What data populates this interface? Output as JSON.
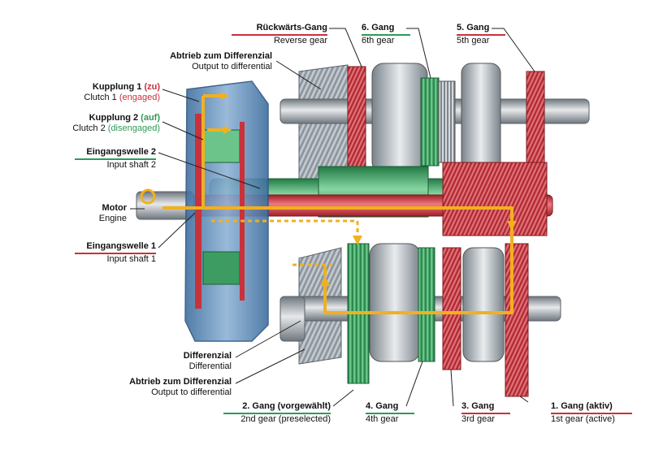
{
  "colors": {
    "red_gear": "#c8323a",
    "green_gear": "#2f9a58",
    "power_flow": "#f2b01e",
    "steel": "#9aa3ab",
    "housing_blue": "#5f8fc0"
  },
  "labels": {
    "reverse": {
      "de": "Rückwärts-Gang",
      "en": "Reverse gear"
    },
    "sixth": {
      "de": "6. Gang",
      "en": "6th gear"
    },
    "fifth": {
      "de": "5. Gang",
      "en": "5th gear"
    },
    "output_top": {
      "de": "Abtrieb zum Differenzial",
      "en": "Output to differential"
    },
    "clutch1": {
      "de": "Kupplung 1",
      "de_state": "(zu)",
      "en": "Clutch 1",
      "en_state": "(engaged)"
    },
    "clutch2": {
      "de": "Kupplung 2",
      "de_state": "(auf)",
      "en": "Clutch 2",
      "en_state": "(disengaged)"
    },
    "shaft2": {
      "de": "Eingangswelle 2",
      "en": "Input shaft 2"
    },
    "motor": {
      "de": "Motor",
      "en": "Engine"
    },
    "shaft1": {
      "de": "Eingangswelle 1",
      "en": "Input shaft 1"
    },
    "differential": {
      "de": "Differenzial",
      "en": "Differential"
    },
    "output_bottom": {
      "de": "Abtrieb zum Differenzial",
      "en": "Output to differential"
    },
    "second": {
      "de": "2. Gang (vorgewählt)",
      "en": "2nd gear (preselected)"
    },
    "fourth": {
      "de": "4. Gang",
      "en": "4th gear"
    },
    "third": {
      "de": "3. Gang",
      "en": "3rd gear"
    },
    "first": {
      "de": "1. Gang (aktiv)",
      "en": "1st gear (active)"
    }
  }
}
